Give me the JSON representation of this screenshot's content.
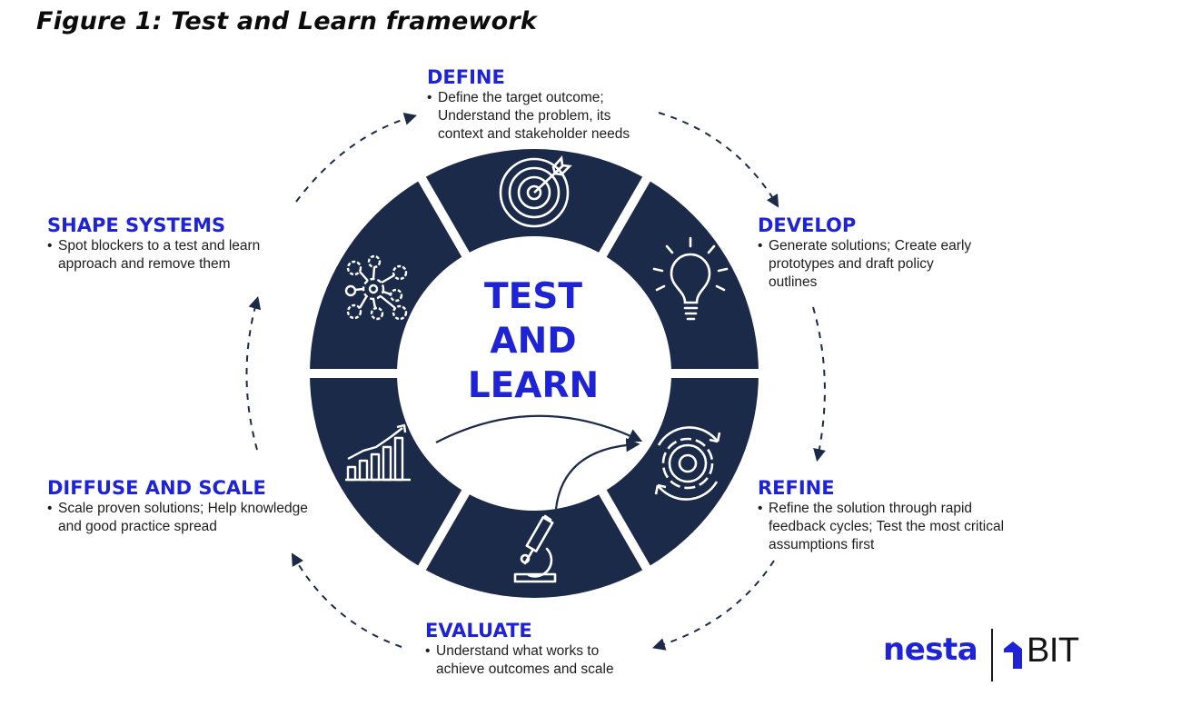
{
  "figure_title": "Figure 1: Test and Learn framework",
  "center": {
    "line1": "TEST",
    "line2": "AND",
    "line3": "LEARN"
  },
  "bullet": "•",
  "stages": {
    "define": {
      "title": "DEFINE",
      "lines": [
        "Define the target outcome;",
        "Understand the problem, its",
        "context and stakeholder needs"
      ],
      "icon": "target-icon"
    },
    "develop": {
      "title": "DEVELOP",
      "lines": [
        "Generate solutions; Create early",
        "prototypes and draft policy",
        "outlines"
      ],
      "icon": "lightbulb-icon"
    },
    "refine": {
      "title": "REFINE",
      "lines": [
        "Refine the solution through rapid",
        "feedback cycles; Test the most critical",
        "assumptions first"
      ],
      "icon": "gear-cycle-icon"
    },
    "evaluate": {
      "title": "EVALUATE",
      "lines": [
        "Understand what works to",
        "achieve outcomes and scale"
      ],
      "icon": "microscope-icon"
    },
    "diffuse": {
      "title": "DIFFUSE AND SCALE",
      "lines": [
        "Scale proven solutions; Help knowledge",
        "and good practice spread"
      ],
      "icon": "growth-bars-icon"
    },
    "shape": {
      "title": "SHAPE SYSTEMS",
      "lines": [
        "Spot blockers to a test and learn",
        "approach and remove them"
      ],
      "icon": "gear-network-icon"
    }
  },
  "logos": {
    "nesta": "nesta",
    "bit": "BIT"
  },
  "colors": {
    "ring": "#1b2a48",
    "accent": "#1f23d6",
    "arrow": "#1b2a48"
  }
}
